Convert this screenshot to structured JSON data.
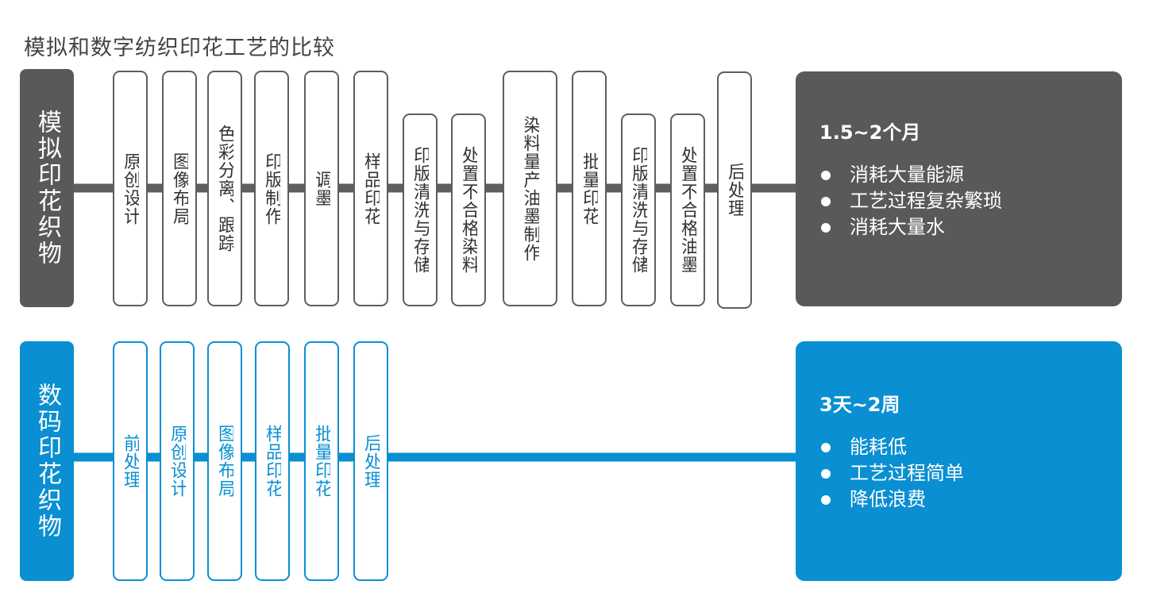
{
  "title": "模拟和数字纺织印花工艺的比较",
  "analog": {
    "label": "模拟印花织物",
    "steps": [
      "原创设计",
      "图像布局",
      "色彩分离、跟踪",
      "印版制作",
      "调墨",
      "样品印花",
      "印版清洗与存储",
      "处置不合格染料",
      "染料量产油墨制作",
      "批量印花",
      "印版清洗与存储",
      "处置不合格油墨",
      "后处理"
    ],
    "duration": "1.5~2个月",
    "bullets": [
      "消耗大量能源",
      "工艺过程复杂繁琐",
      "消耗大量水"
    ],
    "color": "#595959"
  },
  "digital": {
    "label": "数码印花织物",
    "steps": [
      "前处理",
      "原创设计",
      "图像布局",
      "样品印花",
      "批量印花",
      "后处理"
    ],
    "duration": "3天~2周",
    "bullets": [
      "能耗低",
      "工艺过程简单",
      "降低浪费"
    ],
    "color": "#0a8fd2"
  }
}
